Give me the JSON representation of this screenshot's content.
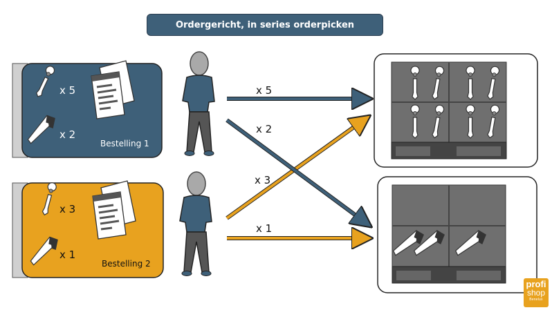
{
  "title": "Ordergericht, in series orderpicken",
  "orders": [
    {
      "label": "Bestelling 1",
      "wrench_qty": "x 5",
      "saw_qty": "x 2",
      "color": "#3e6079"
    },
    {
      "label": "Bestelling 2",
      "wrench_qty": "x 3",
      "saw_qty": "x 1",
      "color": "#e8a21f"
    }
  ],
  "arrows": [
    {
      "label": "x 5",
      "color": "#3e6079",
      "from": "order-1",
      "to": "wrench-rack"
    },
    {
      "label": "x 2",
      "color": "#3e6079",
      "from": "order-1",
      "to": "saw-rack"
    },
    {
      "label": "x 3",
      "color": "#e8a21f",
      "from": "order-2",
      "to": "wrench-rack"
    },
    {
      "label": "x 1",
      "color": "#e8a21f",
      "from": "order-2",
      "to": "saw-rack"
    }
  ],
  "logo": {
    "line1": "profi",
    "line2": "shop",
    "line3": "Benelux"
  }
}
